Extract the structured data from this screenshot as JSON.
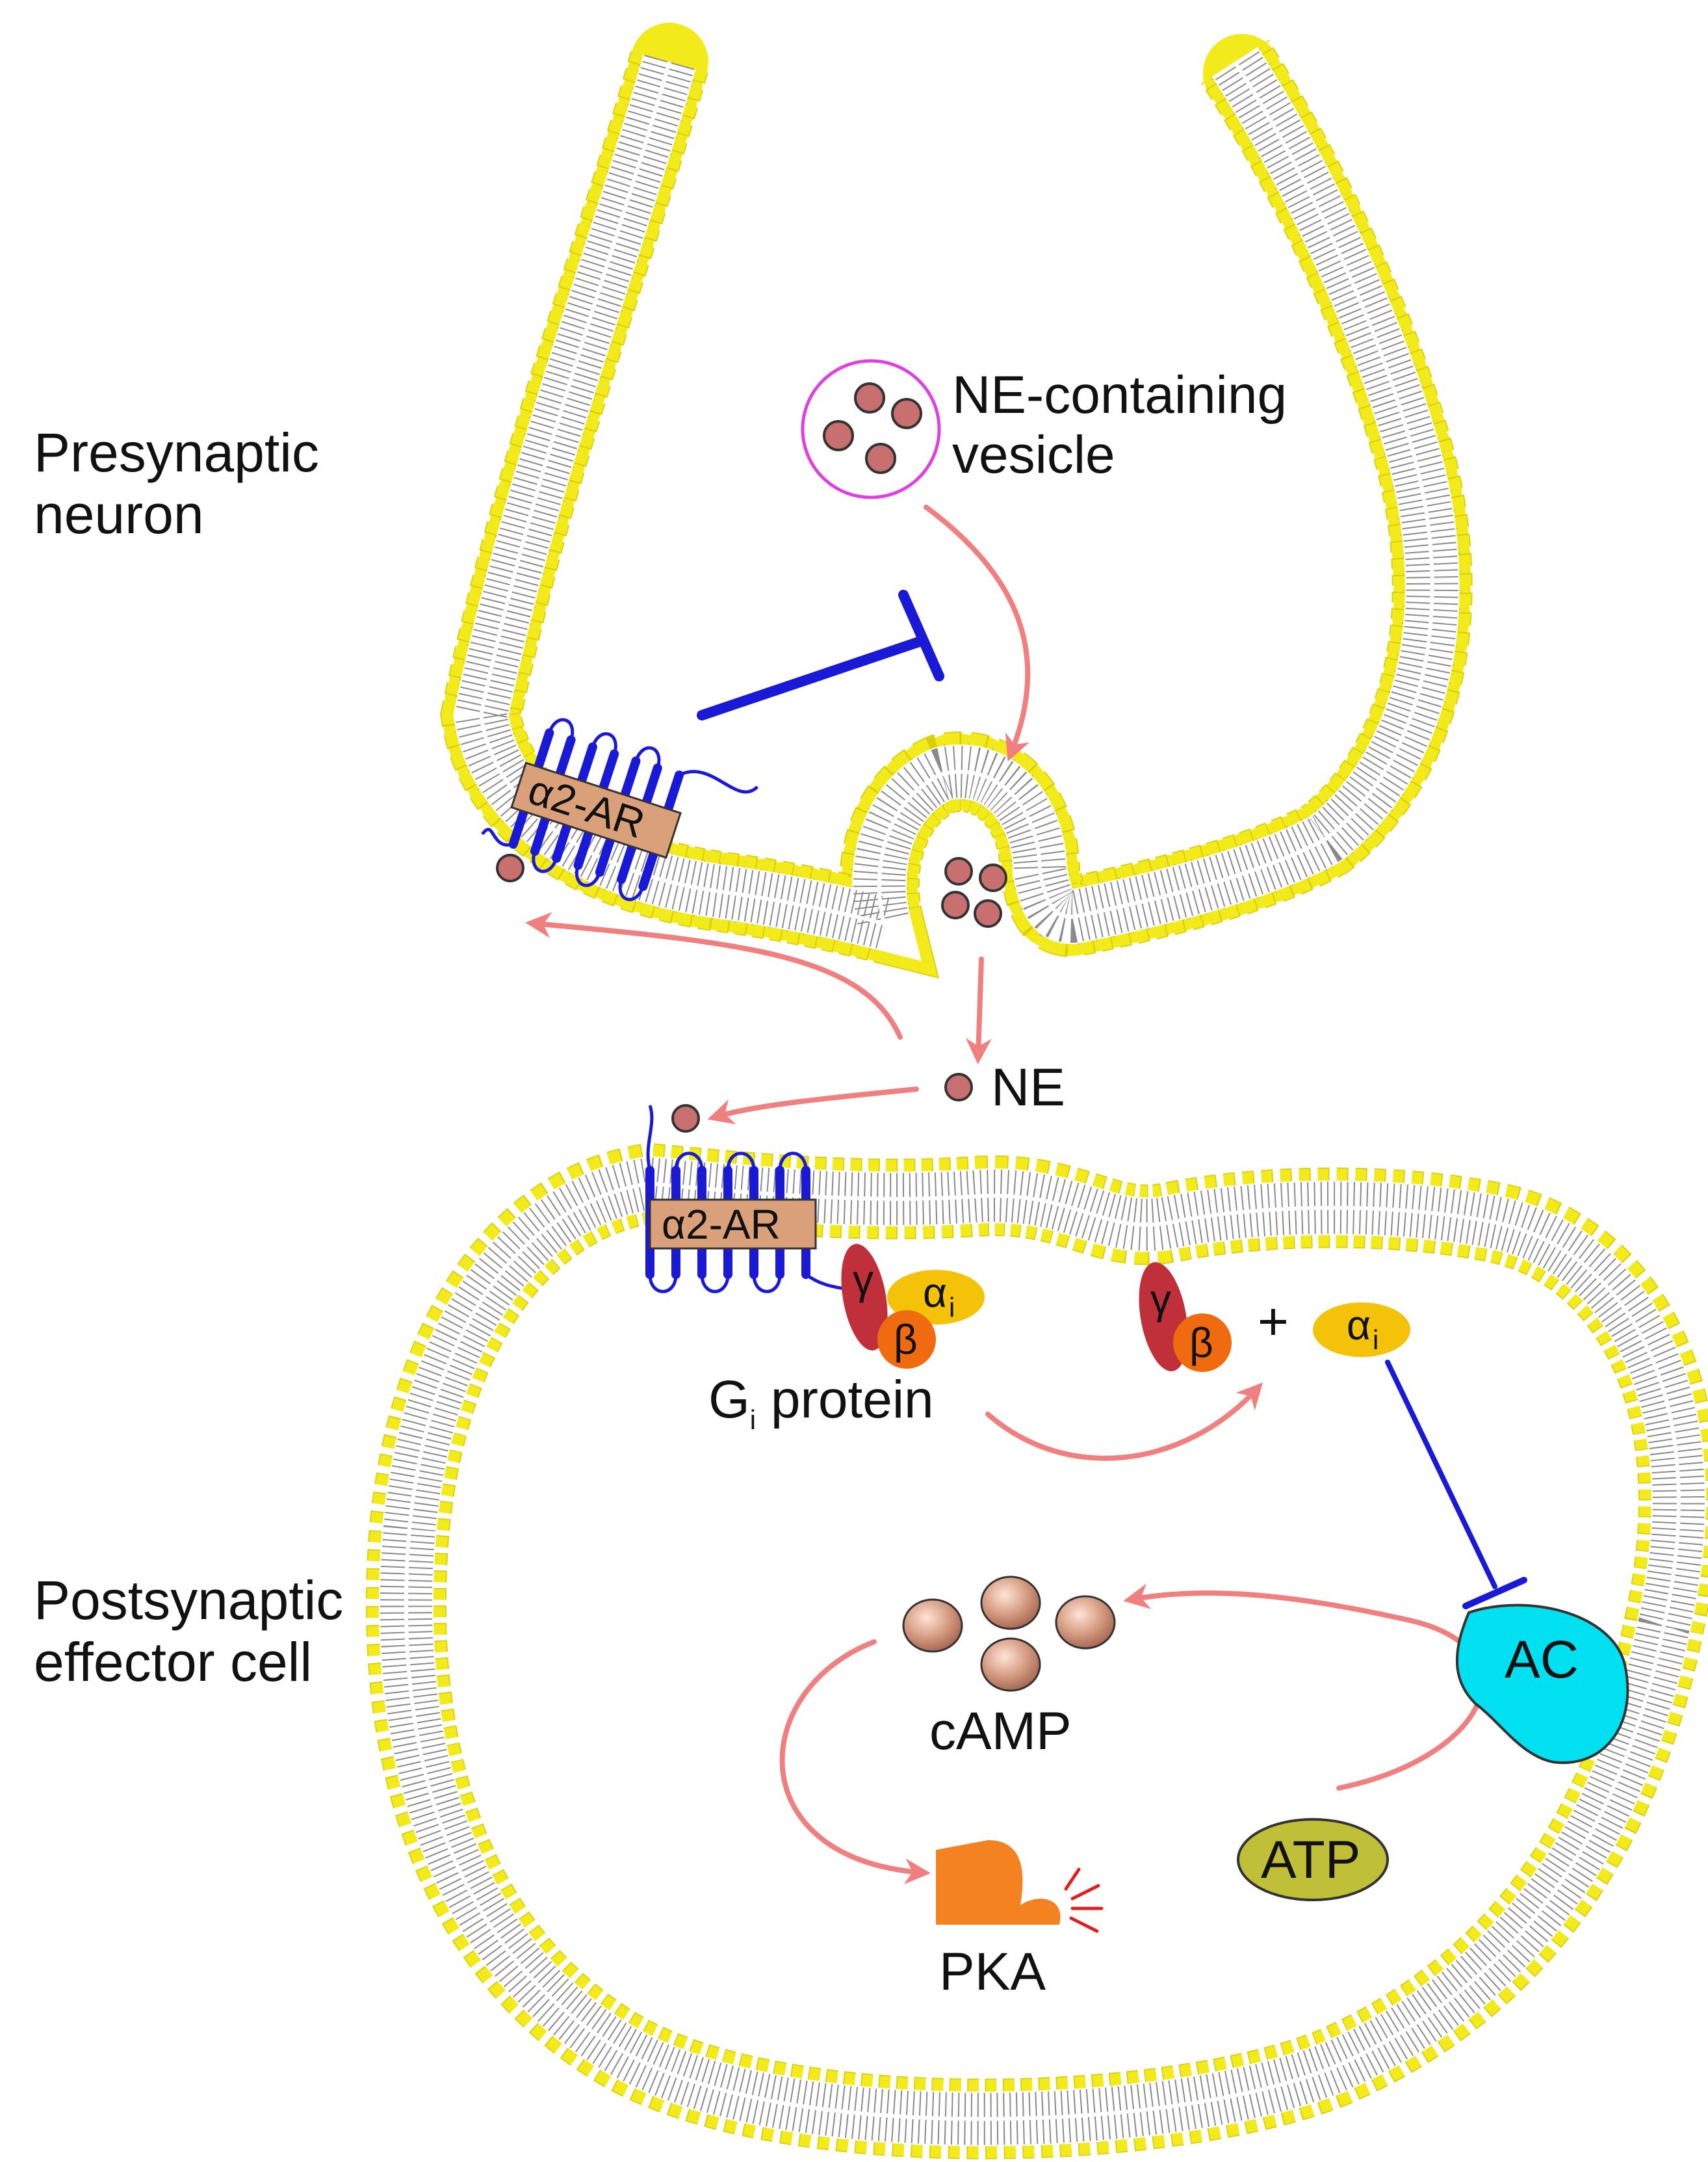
{
  "labels": {
    "presynaptic_line1": "Presynaptic",
    "presynaptic_line2": "neuron",
    "postsynaptic_line1": "Postsynaptic",
    "postsynaptic_line2": "effector cell",
    "vesicle_line1": "NE-containing",
    "vesicle_line2": "vesicle",
    "ne": "NE",
    "receptor_pre": "α2-AR",
    "receptor_post": "α2-AR",
    "gamma": "γ",
    "beta": "β",
    "alpha": "α",
    "alpha_sub": "i",
    "gamma_free": "γ",
    "beta_free": "β",
    "plus": "+",
    "alpha_free": "α",
    "alpha_free_sub": "i",
    "gprotein_main": "G",
    "gprotein_sub": "i",
    "gprotein_rest": " protein",
    "camp": "cAMP",
    "pka": "PKA",
    "atp": "ATP",
    "ac": "AC"
  },
  "colors": {
    "membrane_head": "#f3ea1c",
    "membrane_tail": "#9a9a9a",
    "activation_arrow": "#f08080",
    "inhibition": "#1a1ad6",
    "receptor": "#1a1ad6",
    "receptor_box": "#d9a07a",
    "ne_molecule": "#c87070",
    "vesicle_outline": "#e040e0",
    "gamma": "#c0303a",
    "beta": "#f06a10",
    "alpha": "#f5c20a",
    "camp": "#d49a80",
    "pka": "#f58220",
    "atp": "#bfbf38",
    "ac": "#00e0f0"
  }
}
